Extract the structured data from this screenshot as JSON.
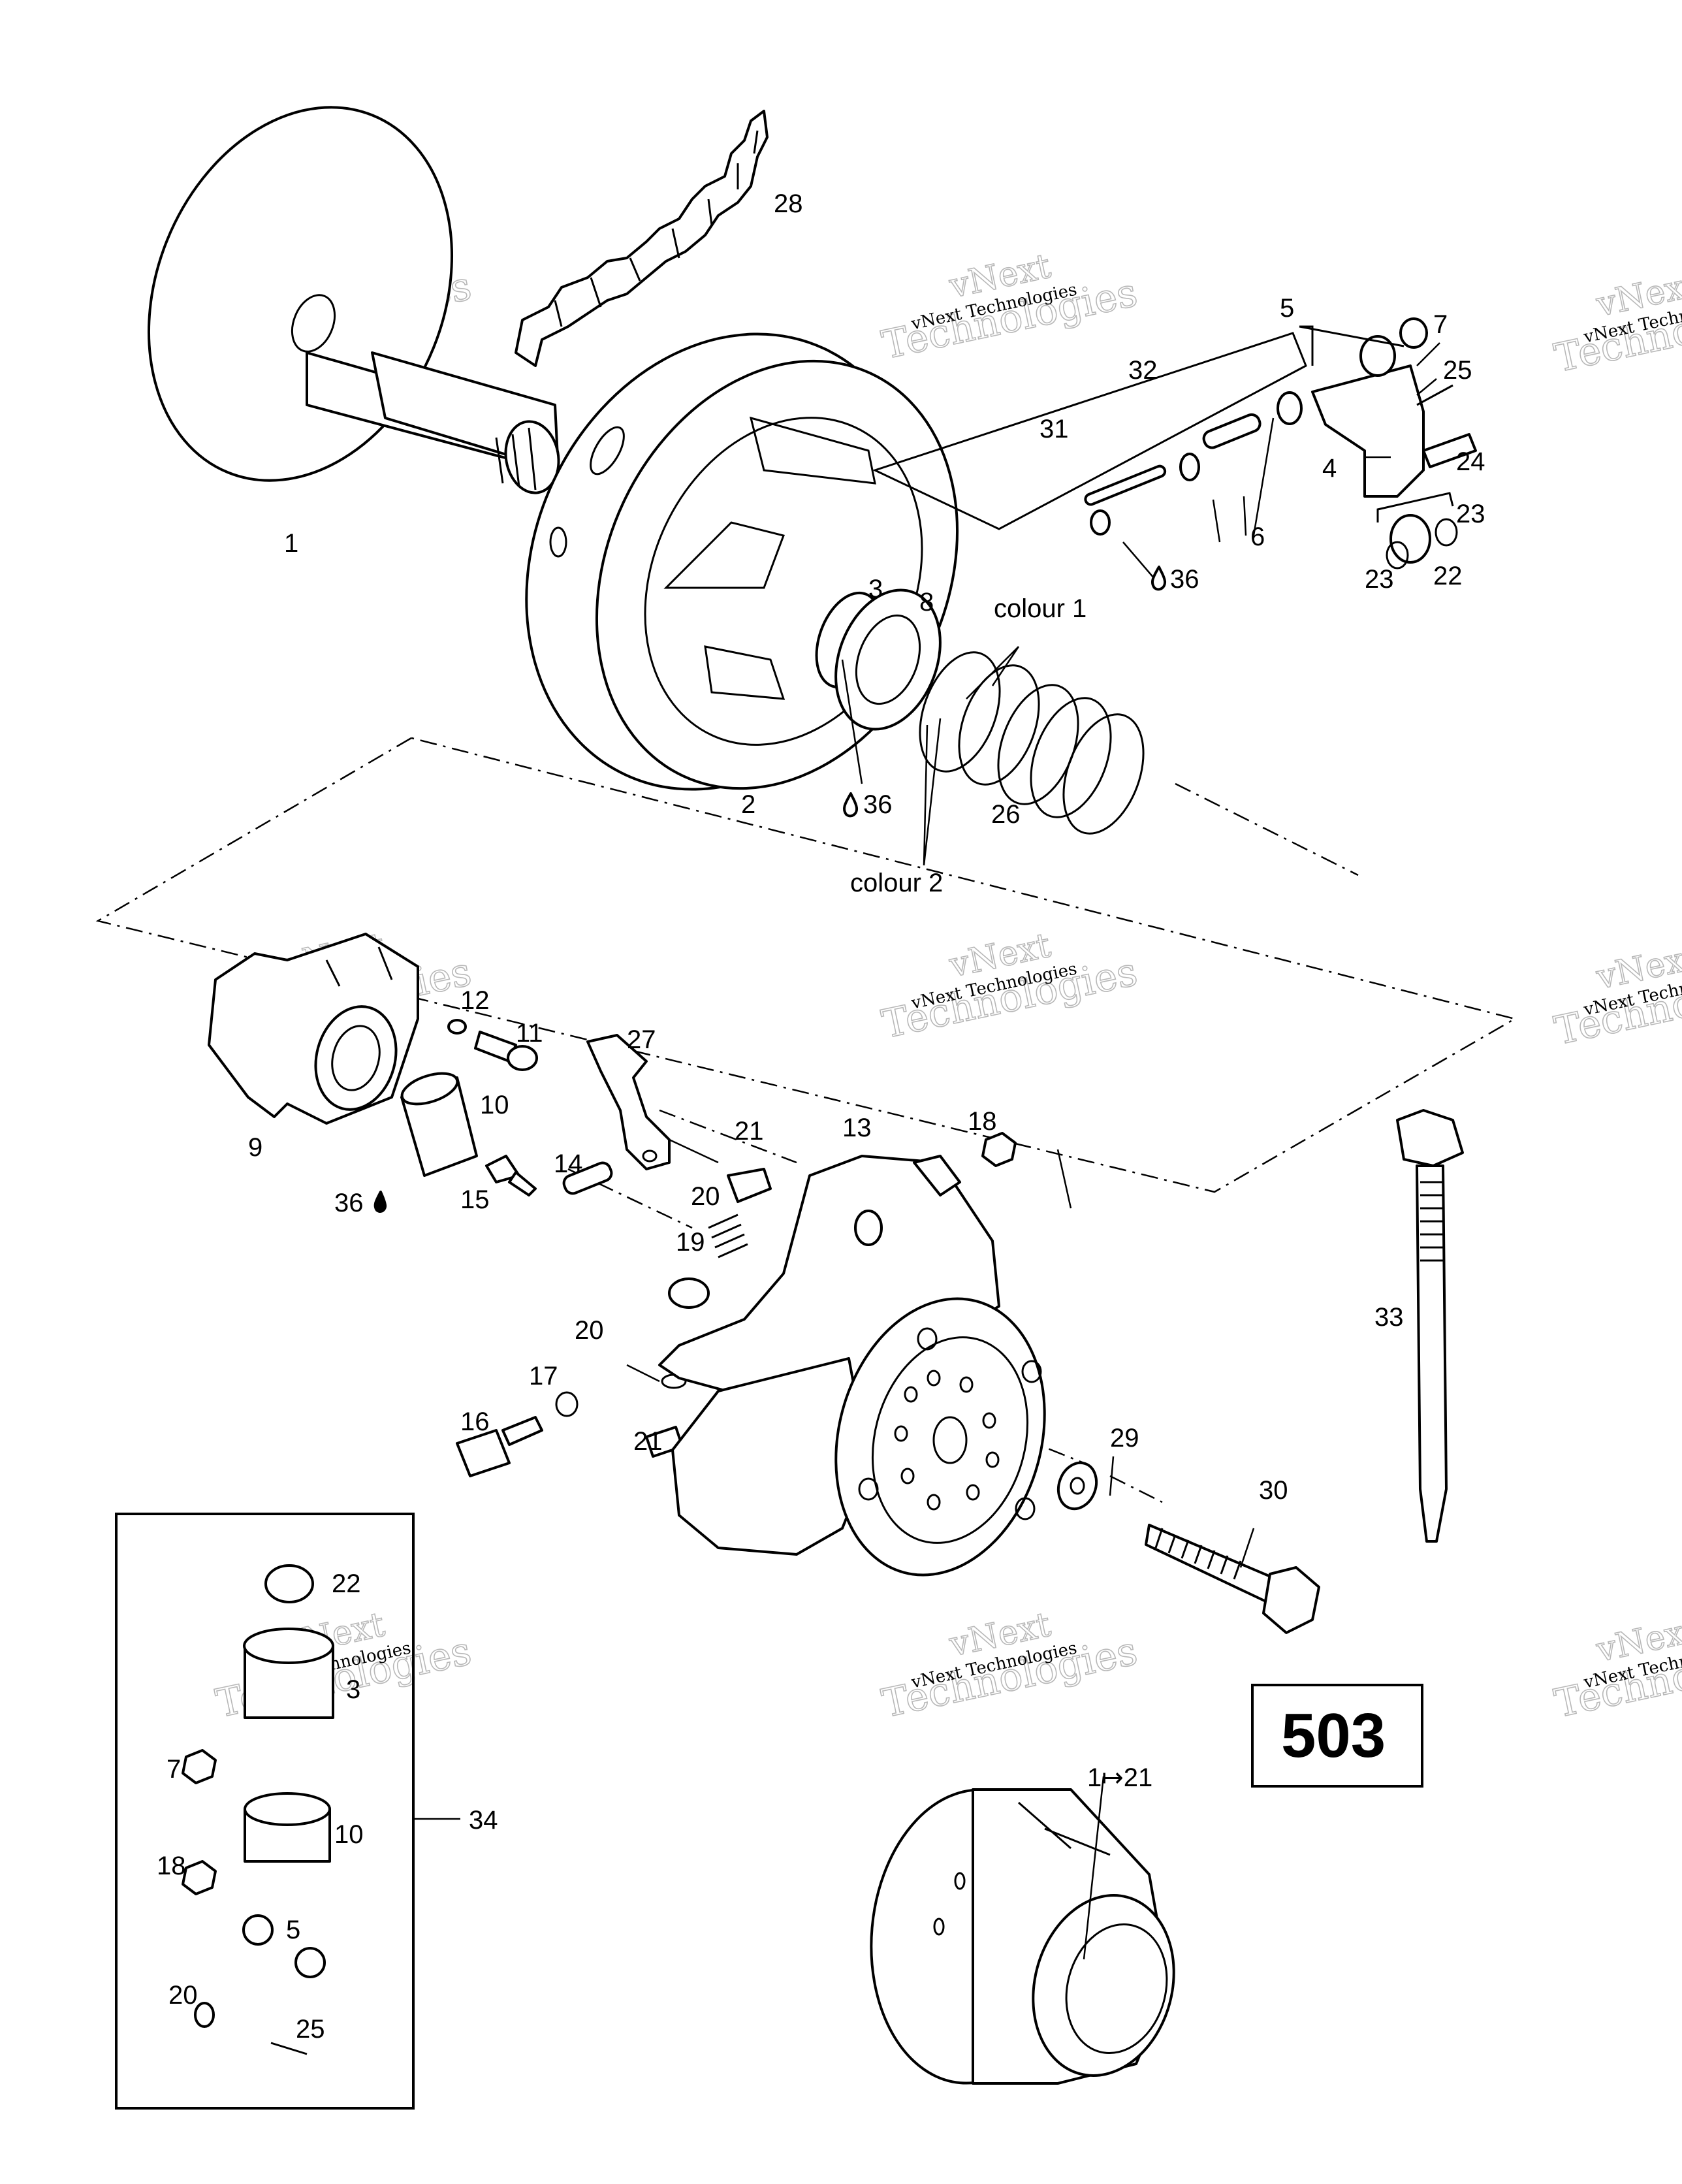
{
  "page_number": "503",
  "kit_label": "34",
  "assembly_label": "1↦21",
  "watermark": {
    "line1": "vNext Technologies",
    "line2": "vNext",
    "line3": "Technologies"
  },
  "parts": [
    {
      "id": "p1",
      "text": "1"
    },
    {
      "id": "p2",
      "text": "2"
    },
    {
      "id": "p3",
      "text": "3"
    },
    {
      "id": "p4",
      "text": "4"
    },
    {
      "id": "p5",
      "text": "5"
    },
    {
      "id": "p6",
      "text": "6"
    },
    {
      "id": "p7",
      "text": "7"
    },
    {
      "id": "p8",
      "text": "8"
    },
    {
      "id": "p9",
      "text": "9"
    },
    {
      "id": "p10",
      "text": "10"
    },
    {
      "id": "p11",
      "text": "11"
    },
    {
      "id": "p12",
      "text": "12"
    },
    {
      "id": "p13",
      "text": "13"
    },
    {
      "id": "p14",
      "text": "14"
    },
    {
      "id": "p15",
      "text": "15"
    },
    {
      "id": "p16",
      "text": "16"
    },
    {
      "id": "p17",
      "text": "17"
    },
    {
      "id": "p18",
      "text": "18"
    },
    {
      "id": "p19",
      "text": "19"
    },
    {
      "id": "p20a",
      "text": "20"
    },
    {
      "id": "p20b",
      "text": "20"
    },
    {
      "id": "p21a",
      "text": "21"
    },
    {
      "id": "p21b",
      "text": "21"
    },
    {
      "id": "p22",
      "text": "22"
    },
    {
      "id": "p23a",
      "text": "23"
    },
    {
      "id": "p23b",
      "text": "23"
    },
    {
      "id": "p24",
      "text": "24"
    },
    {
      "id": "p25",
      "text": "25"
    },
    {
      "id": "p26",
      "text": "26"
    },
    {
      "id": "p27",
      "text": "27"
    },
    {
      "id": "p28",
      "text": "28"
    },
    {
      "id": "p29",
      "text": "29"
    },
    {
      "id": "p30",
      "text": "30"
    },
    {
      "id": "p31",
      "text": "31"
    },
    {
      "id": "p32",
      "text": "32"
    },
    {
      "id": "p33",
      "text": "33"
    },
    {
      "id": "p36a",
      "text": "36"
    },
    {
      "id": "p36b",
      "text": "36"
    },
    {
      "id": "p36c",
      "text": "36"
    },
    {
      "id": "colour1",
      "text": "colour 1"
    },
    {
      "id": "colour2",
      "text": "colour 2"
    },
    {
      "id": "k22",
      "text": "22"
    },
    {
      "id": "k3",
      "text": "3"
    },
    {
      "id": "k7",
      "text": "7"
    },
    {
      "id": "k10",
      "text": "10"
    },
    {
      "id": "k18",
      "text": "18"
    },
    {
      "id": "k5",
      "text": "5"
    },
    {
      "id": "k20",
      "text": "20"
    },
    {
      "id": "k25",
      "text": "25"
    }
  ]
}
